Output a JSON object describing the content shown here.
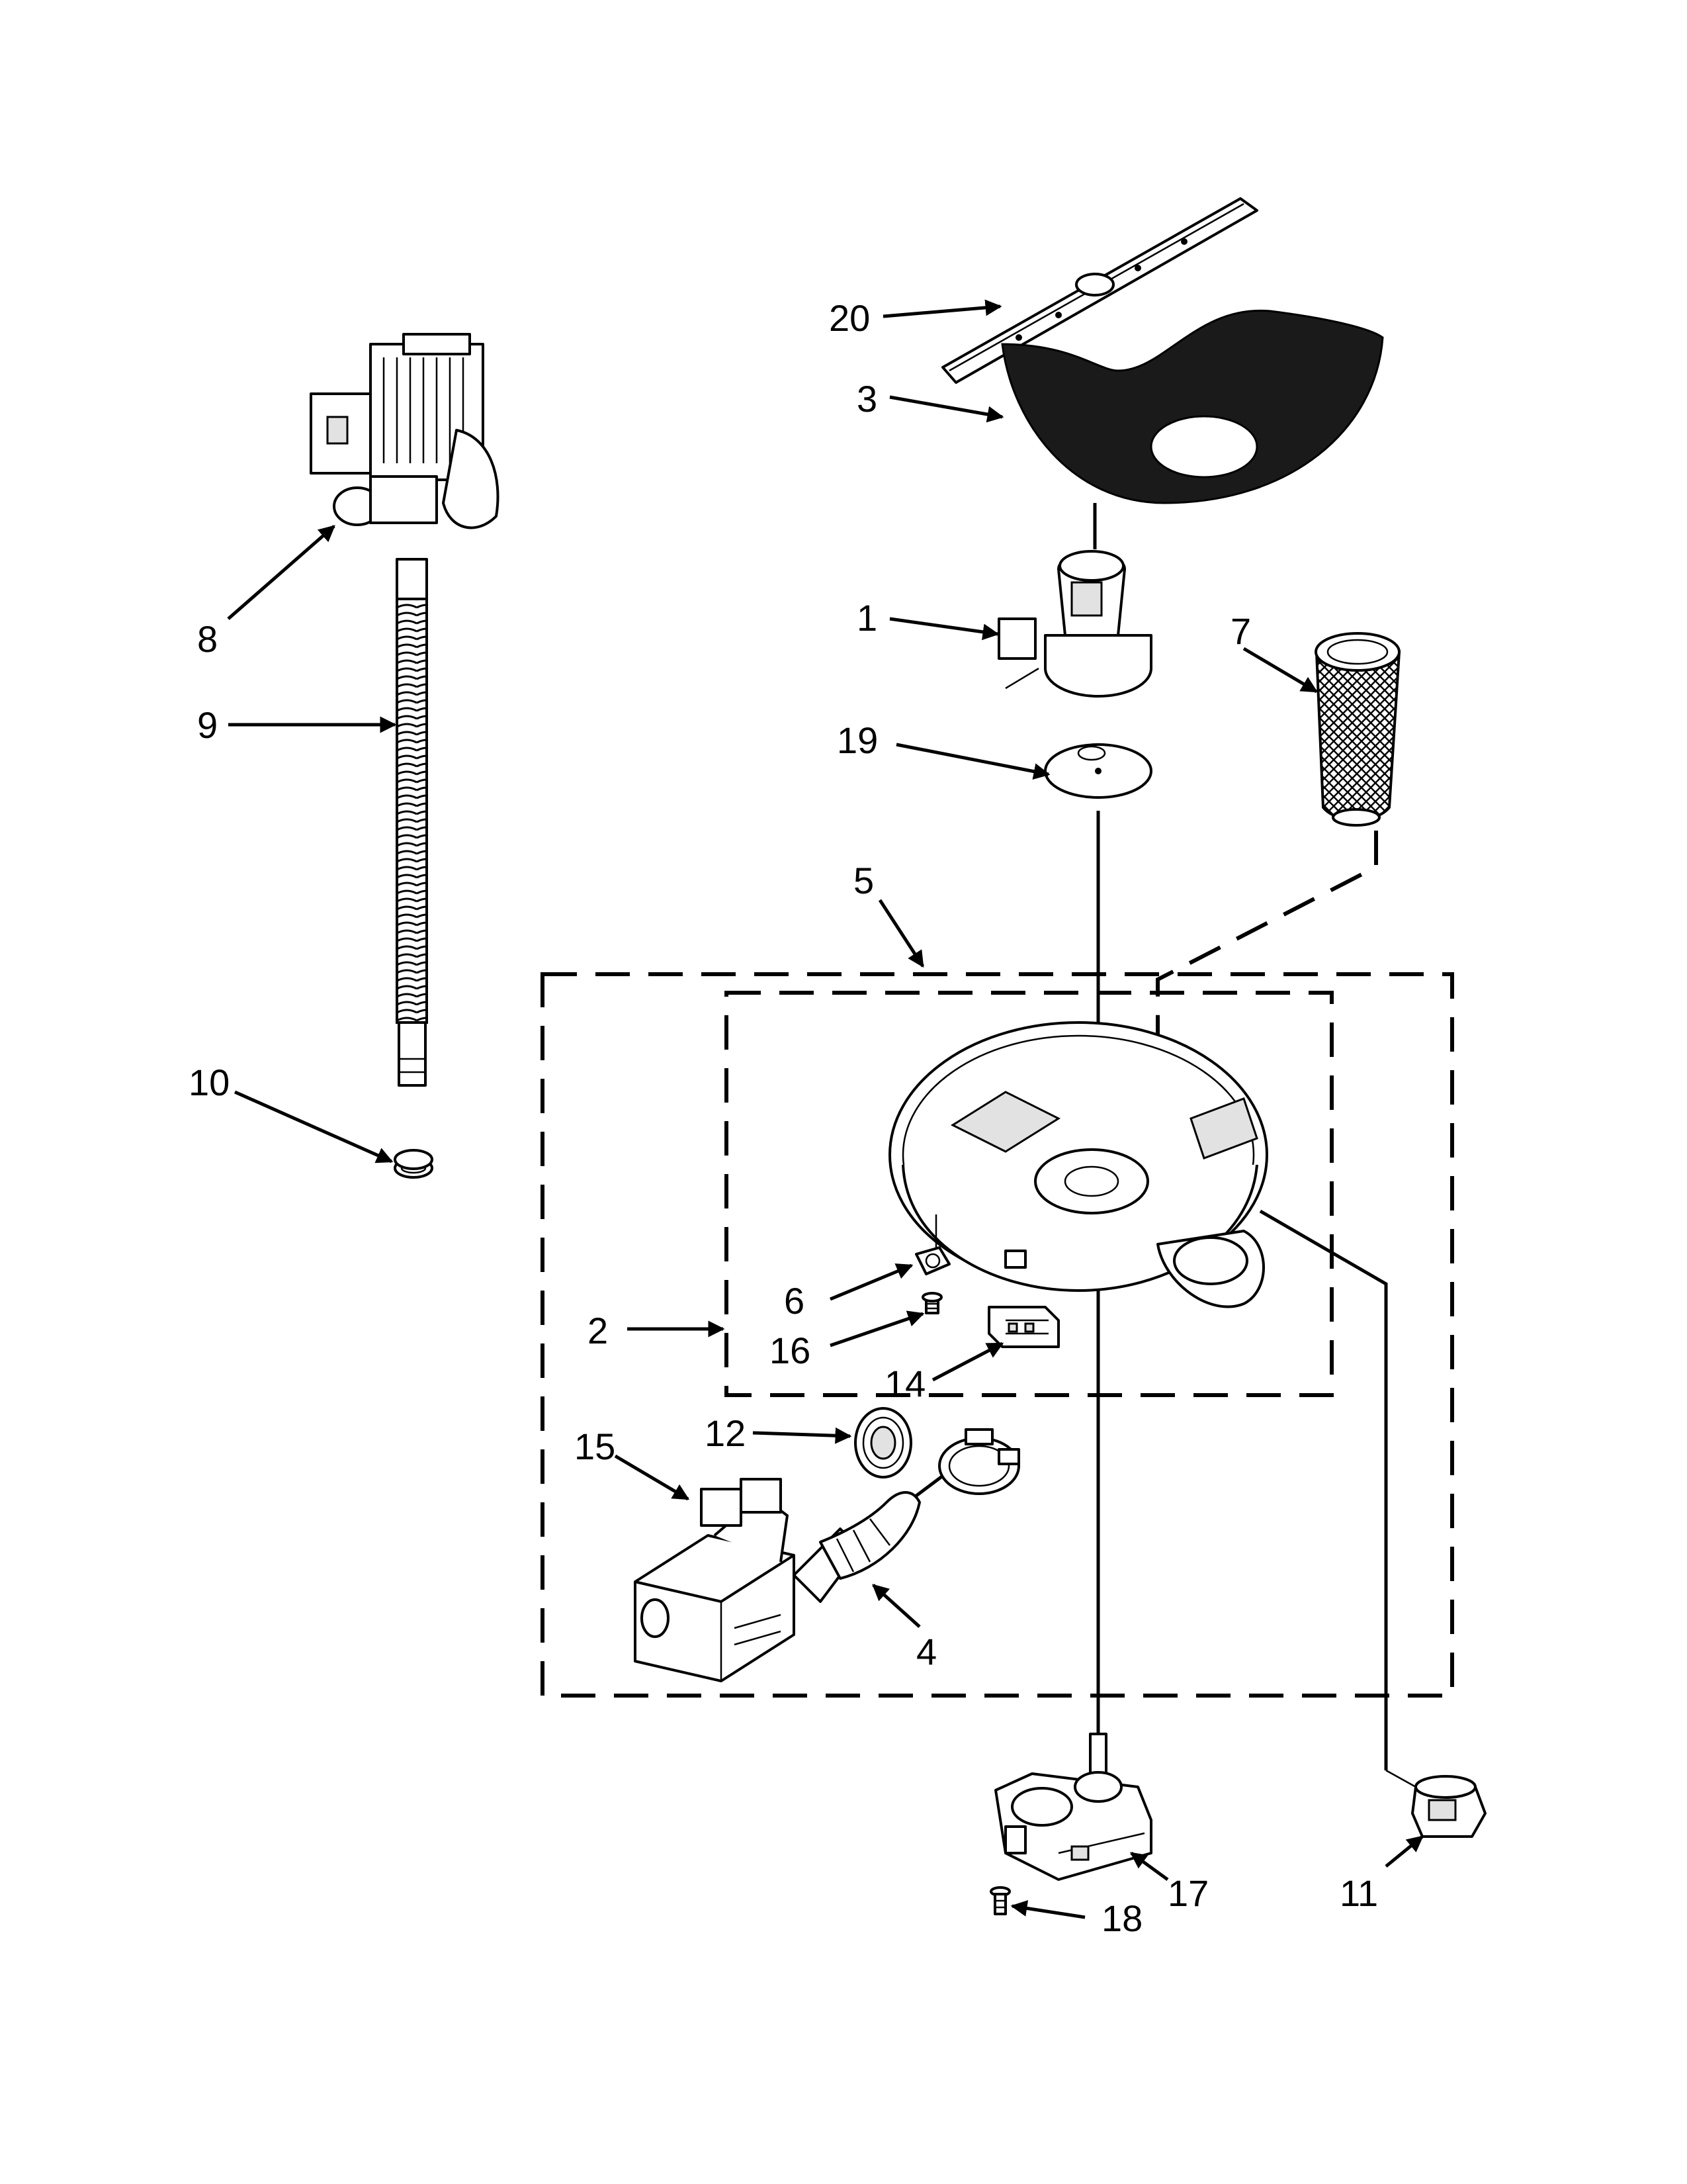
{
  "callouts": {
    "c1": "1",
    "c2": "2",
    "c3": "3",
    "c4": "4",
    "c5": "5",
    "c6": "6",
    "c7": "7",
    "c8": "8",
    "c9": "9",
    "c10": "10",
    "c11": "11",
    "c12": "12",
    "c14": "14",
    "c15": "15",
    "c16": "16",
    "c17": "17",
    "c18": "18",
    "c19": "19",
    "c20": "20"
  }
}
